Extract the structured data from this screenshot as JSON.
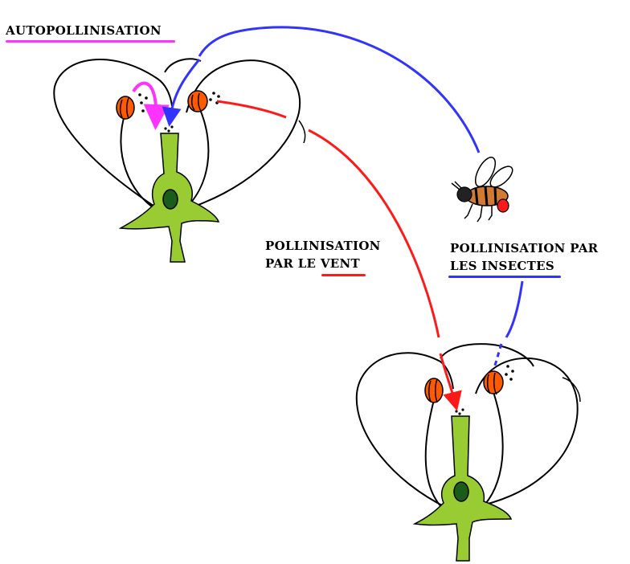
{
  "labels": {
    "autopollination": "AUTOPOLLINISATION",
    "wind_line1": "POLLINISATION",
    "wind_line2": "PAR LE VENT",
    "insect_line1": "POLLINISATION PAR",
    "insect_line2": "LES INSECTES"
  },
  "colors": {
    "self_pollination": "#ff33ff",
    "wind": "#ff1a1a",
    "insect": "#3333ff",
    "stamen": "#ff5a00",
    "pistil": "#99cc33",
    "ovule": "#1a5c1a",
    "outline": "#000000"
  },
  "icons": [
    "flower-icon",
    "bee-icon"
  ]
}
